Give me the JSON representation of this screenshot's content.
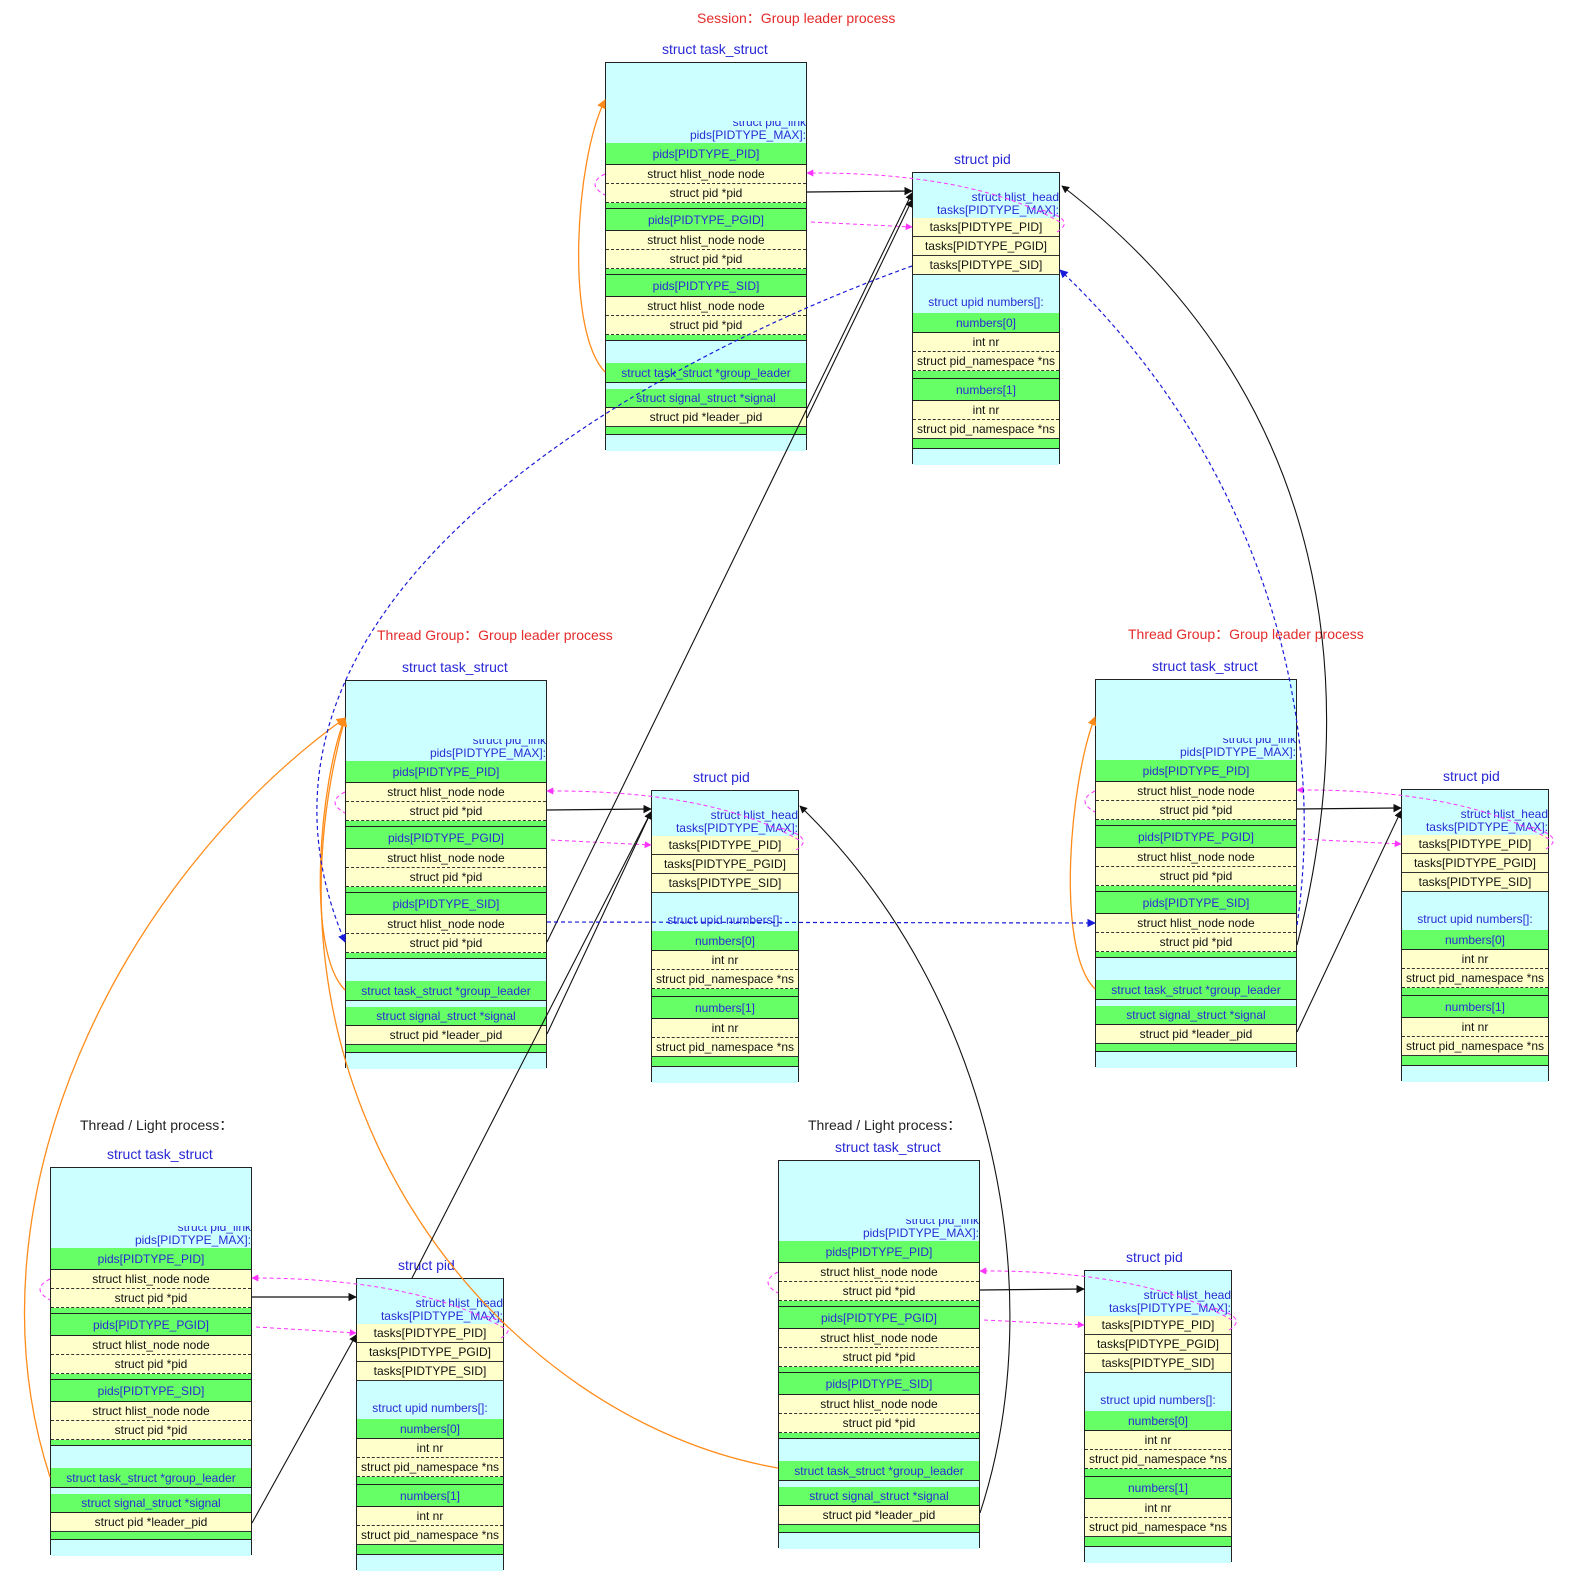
{
  "titles": {
    "session": "Session：Group leader process",
    "thread_group": "Thread Group：Group leader process",
    "thread_light": "Thread / Light process："
  },
  "task_struct": {
    "title": "struct task_struct",
    "pid_link_1": "struct pid_link",
    "pid_link_2": "pids[PIDTYPE_MAX]:",
    "pids_pid": "pids[PIDTYPE_PID]",
    "pids_pgid": "pids[PIDTYPE_PGID]",
    "pids_sid": "pids[PIDTYPE_SID]",
    "hlist_node": "struct hlist_node node",
    "pid_ptr": "struct pid *pid",
    "group_leader": "struct task_struct *group_leader",
    "signal": "struct signal_struct *signal",
    "leader_pid": "struct pid *leader_pid"
  },
  "pid_struct": {
    "title": "struct pid",
    "hlist_head_1": "struct hlist_head",
    "hlist_head_2": "tasks[PIDTYPE_MAX]:",
    "tasks_pid": "tasks[PIDTYPE_PID]",
    "tasks_pgid": "tasks[PIDTYPE_PGID]",
    "tasks_sid": "tasks[PIDTYPE_SID]",
    "upid_numbers": "struct upid numbers[]:",
    "numbers0": "numbers[0]",
    "numbers1": "numbers[1]",
    "int_nr": "int nr",
    "ns": "struct pid_namespace *ns"
  },
  "colors": {
    "box_fill": "#ccffff",
    "field_green": "#66ff66",
    "field_yellow": "#ffffcc",
    "title_red": "#e52a2a",
    "label_blue": "#2727d6",
    "arrow_orange": "#ff8c1a",
    "arrow_magenta": "#ff33ff",
    "arrow_blue": "#1a1ad9",
    "arrow_black": "#111111"
  }
}
